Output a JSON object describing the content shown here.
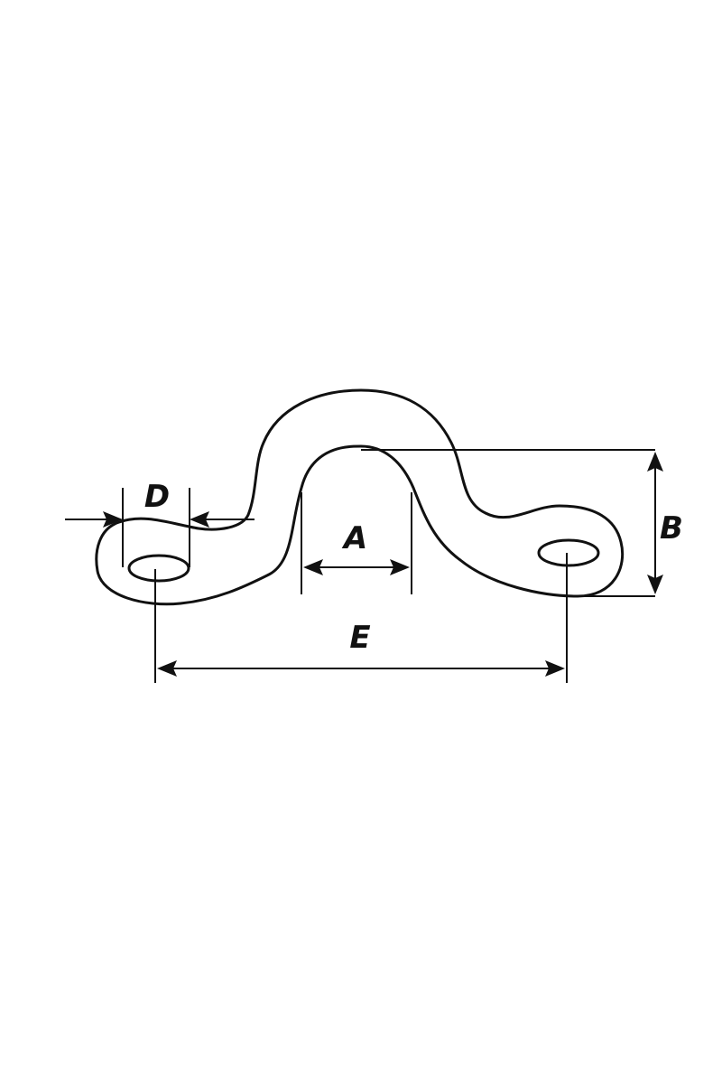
{
  "diagram": {
    "labels": {
      "a": "A",
      "b": "B",
      "d": "D",
      "e": "E"
    },
    "colors": {
      "line": "#111111",
      "background": "#ffffff"
    }
  }
}
